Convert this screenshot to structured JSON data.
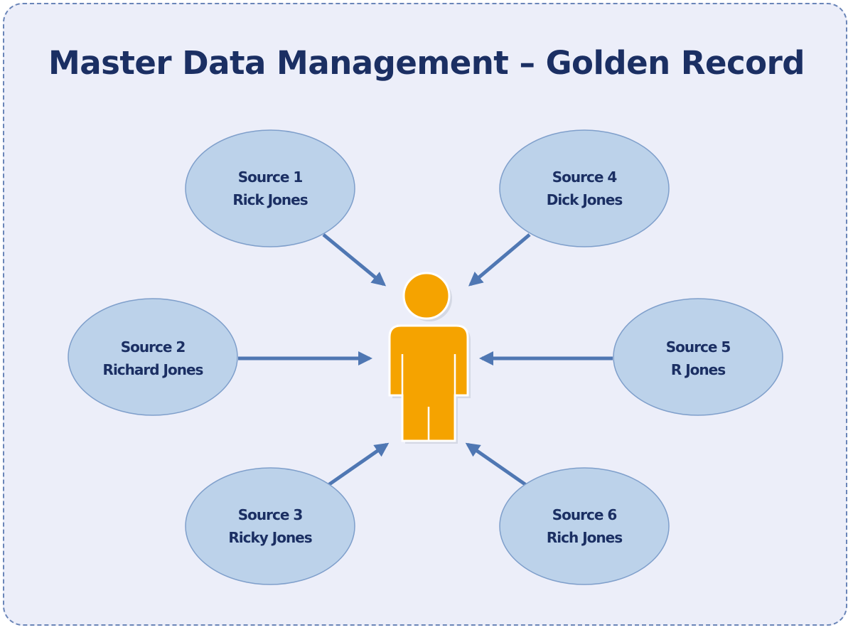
{
  "title": "Master Data Management – Golden Record",
  "center": {
    "icon": "person-icon",
    "color": "#f5a300"
  },
  "colors": {
    "node_fill": "#bcd2ea",
    "node_stroke": "#7f9fcb",
    "arrow": "#4f77b3",
    "text": "#1b2f63",
    "frame_border": "#6a85b8",
    "frame_fill": "#eceef9"
  },
  "sources": [
    {
      "name": "Source 1",
      "value": "Rick Jones"
    },
    {
      "name": "Source 2",
      "value": "Richard Jones"
    },
    {
      "name": "Source 3",
      "value": "Ricky Jones"
    },
    {
      "name": "Source 4",
      "value": "Dick Jones"
    },
    {
      "name": "Source 5",
      "value": "R Jones"
    },
    {
      "name": "Source 6",
      "value": "Rich Jones"
    }
  ]
}
